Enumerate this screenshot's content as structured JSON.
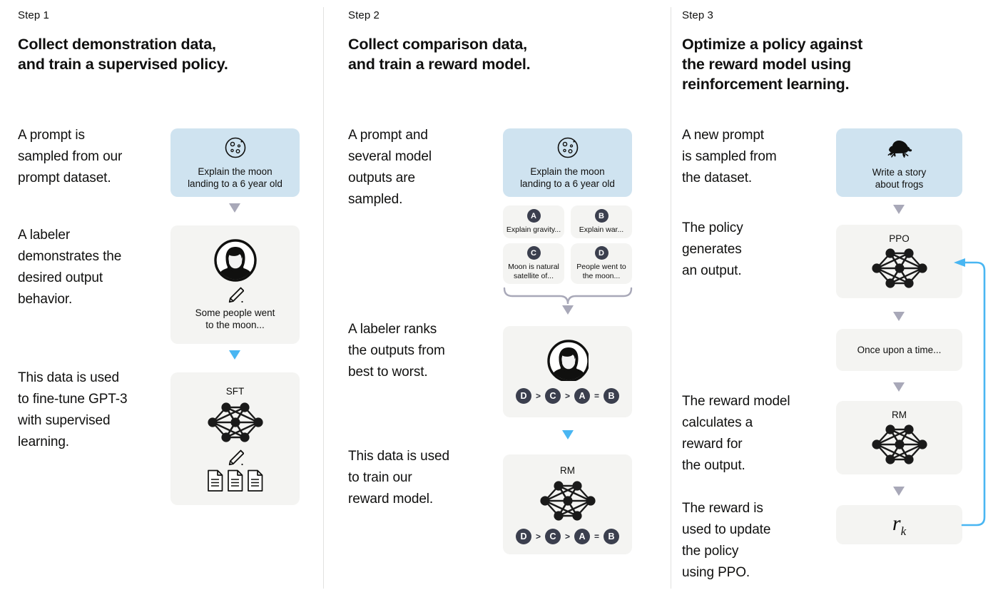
{
  "columns": [
    {
      "step_label": "Step 1",
      "title": "Collect demonstration data,\nand train a supervised policy.",
      "texts": [
        "A prompt is\nsampled from our\nprompt dataset.",
        "A labeler\ndemonstrates the\ndesired output\nbehavior.",
        "This data is used\nto fine-tune GPT-3\nwith supervised\nlearning."
      ],
      "prompt_box": {
        "icon": "moon-icon",
        "caption": "Explain the moon\nlanding to a 6 year old"
      },
      "labeler_box": {
        "icon": "labeler-avatar-icon",
        "pencil": "pencil-icon",
        "caption": "Some people went\nto the moon..."
      },
      "model_box": {
        "label": "SFT",
        "network": "neural-network-icon",
        "pencil": "pencil-icon",
        "documents": "documents-icon"
      }
    },
    {
      "step_label": "Step 2",
      "title": "Collect comparison data,\nand train a reward model.",
      "texts": [
        "A prompt and\nseveral model\noutputs are\nsampled.",
        "A labeler ranks\nthe outputs from\nbest to worst.",
        "This data is used\nto train our\nreward model."
      ],
      "prompt_box": {
        "icon": "moon-icon",
        "caption": "Explain the moon\nlanding to a 6 year old"
      },
      "options": [
        {
          "letter": "A",
          "text": "Explain gravity..."
        },
        {
          "letter": "B",
          "text": "Explain war..."
        },
        {
          "letter": "C",
          "text": "Moon is natural\nsatellite of..."
        },
        {
          "letter": "D",
          "text": "People went to\nthe moon..."
        }
      ],
      "ranking_box": {
        "icon": "labeler-avatar-icon",
        "ranking": [
          {
            "letter": "D",
            "op": ">"
          },
          {
            "letter": "C",
            "op": ">"
          },
          {
            "letter": "A",
            "op": "="
          },
          {
            "letter": "B",
            "op": ""
          }
        ]
      },
      "reward_model_box": {
        "label": "RM",
        "network": "neural-network-icon",
        "ranking": [
          {
            "letter": "D",
            "op": ">"
          },
          {
            "letter": "C",
            "op": ">"
          },
          {
            "letter": "A",
            "op": "="
          },
          {
            "letter": "B",
            "op": ""
          }
        ]
      }
    },
    {
      "step_label": "Step 3",
      "title": "Optimize a policy against\nthe reward model using\nreinforcement learning.",
      "texts": [
        "A new prompt\nis sampled from\nthe dataset.",
        "The policy\ngenerates\nan output.",
        "The reward model\ncalculates a\nreward for\nthe output.",
        "The reward is\nused to update\nthe policy\nusing PPO."
      ],
      "prompt_box": {
        "icon": "frog-icon",
        "caption": "Write a story\nabout frogs"
      },
      "policy_box": {
        "label": "PPO",
        "network": "neural-network-icon"
      },
      "output_box": {
        "caption": "Once upon a time..."
      },
      "reward_model_box": {
        "label": "RM",
        "network": "neural-network-icon"
      },
      "reward_box": {
        "symbol": "r",
        "subscript": "k"
      }
    }
  ],
  "colors": {
    "prompt_box_blue": "#cfe3f0",
    "gray_box": "#f4f4f2",
    "arrow_gray": "#a8a8b8",
    "arrow_blue": "#49b6f2",
    "badge_dark": "#3b3f4e",
    "divider": "#e2e2e0",
    "text": "#10100f"
  }
}
